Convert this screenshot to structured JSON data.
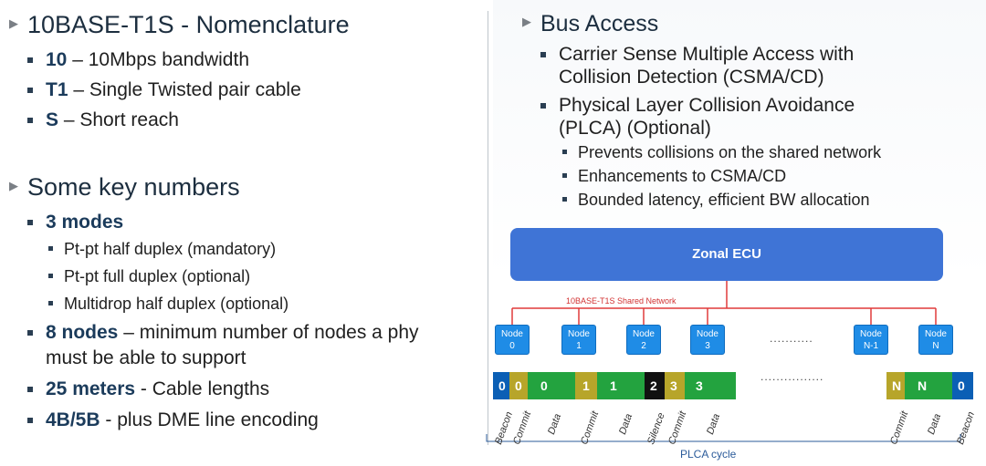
{
  "left": {
    "section1": {
      "heading": "10BASE-T1S - Nomenclature",
      "items": [
        {
          "bold": "10",
          "text": " – 10Mbps bandwidth"
        },
        {
          "bold": "T1",
          "text": " – Single Twisted pair cable"
        },
        {
          "bold": "S",
          "text": " – Short reach"
        }
      ]
    },
    "section2": {
      "heading": "Some key numbers",
      "modes": {
        "bold": "3 modes",
        "text": ""
      },
      "mode_items": [
        "Pt-pt half duplex (mandatory)",
        "Pt-pt full duplex (optional)",
        "Multidrop half duplex (optional)"
      ],
      "nodes": {
        "bold": "8 nodes",
        "text_line1": " – minimum number of nodes a phy",
        "text_line2": "must be able to support"
      },
      "meters": {
        "bold": "25 meters",
        "text": " - Cable lengths"
      },
      "encoding": {
        "bold": "4B/5B",
        "text": " - plus DME line encoding"
      }
    }
  },
  "right": {
    "heading": "Bus Access",
    "csma": {
      "line1": "Carrier Sense Multiple Access with",
      "line2": "Collision Detection (CSMA/CD)"
    },
    "plca": {
      "line1": "Physical Layer Collision Avoidance",
      "line2": "(PLCA) (Optional)"
    },
    "sub_items": [
      "Prevents collisions on the shared network",
      "Enhancements to CSMA/CD",
      "Bounded latency, efficient BW allocation"
    ]
  },
  "diagram": {
    "ecu_label": "Zonal ECU",
    "network_label": "10BASE-T1S Shared Network",
    "nodes": [
      {
        "line1": "Node",
        "line2": "0"
      },
      {
        "line1": "Node",
        "line2": "1"
      },
      {
        "line1": "Node",
        "line2": "2"
      },
      {
        "line1": "Node",
        "line2": "3"
      },
      {
        "line1": "Node",
        "line2": "N-1"
      },
      {
        "line1": "Node",
        "line2": "N"
      }
    ],
    "dots": "...........",
    "dots2": "................",
    "cycle_cells": [
      "0",
      "0",
      "0",
      "1",
      "1",
      "2",
      "3",
      "3",
      "N",
      "N",
      "0"
    ],
    "cycle_labels": [
      "Beacon",
      "Commit",
      "Data",
      "Commit",
      "Data",
      "Silence",
      "Commit",
      "Data",
      "Commit",
      "Data",
      "Beacon"
    ],
    "cycle_caption": "PLCA cycle",
    "colors": {
      "beacon": "#0b5fb5",
      "commit": "#b7a52a",
      "data": "#23a33f",
      "silence": "#111111",
      "ecu": "#3f74d6",
      "node": "#1f8ce6",
      "network_line": "#e03a3a"
    }
  }
}
